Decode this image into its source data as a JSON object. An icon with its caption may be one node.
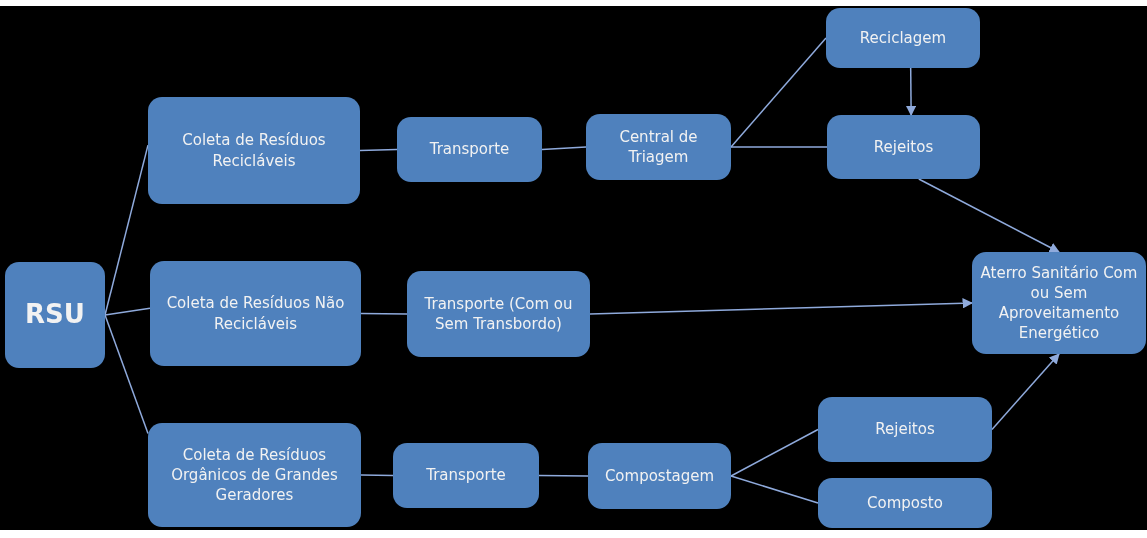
{
  "diagram": {
    "nodes": [
      {
        "text": [
          "RSU"
        ]
      },
      {
        "text": [
          "Coleta de Resíduos Recicláveis"
        ]
      },
      {
        "text": [
          "Transporte"
        ]
      },
      {
        "text": [
          "Central de Triagem"
        ]
      },
      {
        "text": [
          "Reciclagem"
        ]
      },
      {
        "text": [
          "Rejeitos"
        ]
      },
      {
        "text": [
          "Coleta de Resíduos Não Recicláveis"
        ]
      },
      {
        "text": [
          "Transporte (Com ou Sem Transbordo)"
        ]
      },
      {
        "text": [
          "Aterro Sanitário Com ou Sem Aproveitamento Energético"
        ]
      },
      {
        "text": [
          "Coleta de Resíduos Orgânicos de Grandes Geradores"
        ]
      },
      {
        "text": [
          "Transporte"
        ]
      },
      {
        "text": [
          "Compostagem"
        ]
      },
      {
        "text": [
          "Rejeitos"
        ]
      },
      {
        "text": [
          "Composto"
        ]
      }
    ],
    "edges": [
      {
        "from": 0,
        "to": 1,
        "arrow": "none"
      },
      {
        "from": 0,
        "to": 6,
        "arrow": "none"
      },
      {
        "from": 0,
        "to": 9,
        "arrow": "none"
      },
      {
        "from": 1,
        "to": 2,
        "arrow": "none"
      },
      {
        "from": 2,
        "to": 3,
        "arrow": "none"
      },
      {
        "from": 3,
        "to": 4,
        "arrow": "none"
      },
      {
        "from": 3,
        "to": 5,
        "arrow": "none"
      },
      {
        "from": 4,
        "to": 5,
        "arrow": "to"
      },
      {
        "from": 5,
        "to": 8,
        "arrow": "to"
      },
      {
        "from": 6,
        "to": 7,
        "arrow": "none"
      },
      {
        "from": 7,
        "to": 8,
        "arrow": "to"
      },
      {
        "from": 9,
        "to": 10,
        "arrow": "none"
      },
      {
        "from": 10,
        "to": 11,
        "arrow": "none"
      },
      {
        "from": 11,
        "to": 12,
        "arrow": "none"
      },
      {
        "from": 11,
        "to": 13,
        "arrow": "none"
      },
      {
        "from": 12,
        "to": 8,
        "arrow": "to"
      }
    ]
  }
}
